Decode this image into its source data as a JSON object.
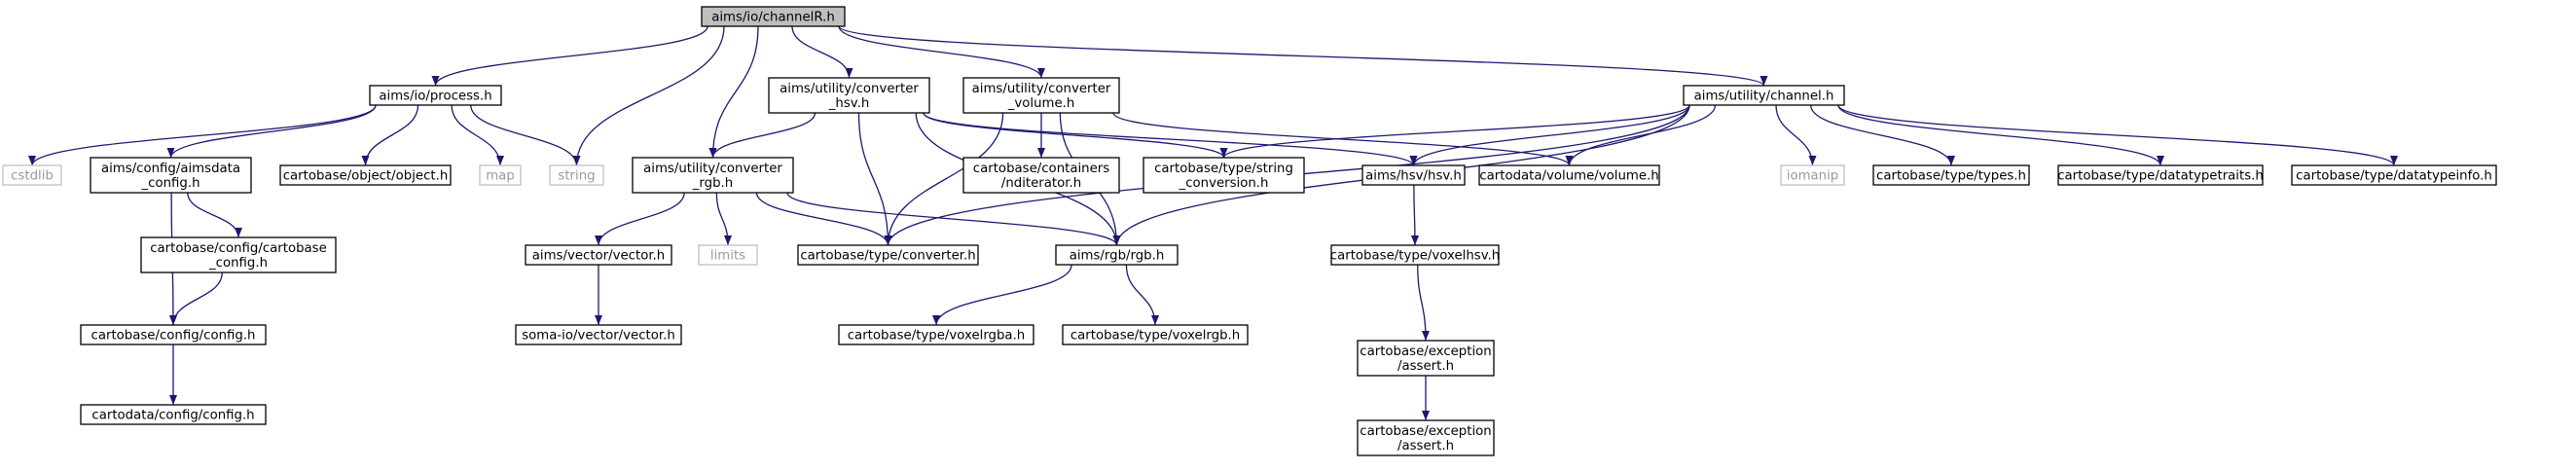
{
  "diagram": {
    "nodes": [
      {
        "id": "channelR",
        "lines": [
          "aims/io/channelR.h"
        ],
        "kind": "root"
      },
      {
        "id": "process",
        "lines": [
          "aims/io/process.h"
        ],
        "kind": "file"
      },
      {
        "id": "conv_hsv",
        "lines": [
          "aims/utility/converter",
          "_hsv.h"
        ],
        "kind": "file"
      },
      {
        "id": "conv_vol",
        "lines": [
          "aims/utility/converter",
          "_volume.h"
        ],
        "kind": "file"
      },
      {
        "id": "channel",
        "lines": [
          "aims/utility/channel.h"
        ],
        "kind": "file"
      },
      {
        "id": "cstdlib",
        "lines": [
          "cstdlib"
        ],
        "kind": "std"
      },
      {
        "id": "aimsdata_cfg",
        "lines": [
          "aims/config/aimsdata",
          "_config.h"
        ],
        "kind": "file"
      },
      {
        "id": "object",
        "lines": [
          "cartobase/object/object.h"
        ],
        "kind": "file"
      },
      {
        "id": "map",
        "lines": [
          "map"
        ],
        "kind": "std"
      },
      {
        "id": "string",
        "lines": [
          "string"
        ],
        "kind": "std"
      },
      {
        "id": "conv_rgb",
        "lines": [
          "aims/utility/converter",
          "_rgb.h"
        ],
        "kind": "file"
      },
      {
        "id": "nditer",
        "lines": [
          "cartobase/containers",
          "/nditerator.h"
        ],
        "kind": "file"
      },
      {
        "id": "strconv",
        "lines": [
          "cartobase/type/string",
          "_conversion.h"
        ],
        "kind": "file"
      },
      {
        "id": "hsv",
        "lines": [
          "aims/hsv/hsv.h"
        ],
        "kind": "file"
      },
      {
        "id": "volume",
        "lines": [
          "cartodata/volume/volume.h"
        ],
        "kind": "file"
      },
      {
        "id": "iomanip",
        "lines": [
          "iomanip"
        ],
        "kind": "std"
      },
      {
        "id": "types",
        "lines": [
          "cartobase/type/types.h"
        ],
        "kind": "file"
      },
      {
        "id": "dtraits",
        "lines": [
          "cartobase/type/datatypetraits.h"
        ],
        "kind": "file"
      },
      {
        "id": "dtinfo",
        "lines": [
          "cartobase/type/datatypeinfo.h"
        ],
        "kind": "file"
      },
      {
        "id": "cb_cfg",
        "lines": [
          "cartobase/config/cartobase",
          "_config.h"
        ],
        "kind": "file"
      },
      {
        "id": "vector",
        "lines": [
          "aims/vector/vector.h"
        ],
        "kind": "file"
      },
      {
        "id": "limits",
        "lines": [
          "limits"
        ],
        "kind": "std"
      },
      {
        "id": "converter",
        "lines": [
          "cartobase/type/converter.h"
        ],
        "kind": "file"
      },
      {
        "id": "rgb",
        "lines": [
          "aims/rgb/rgb.h"
        ],
        "kind": "file"
      },
      {
        "id": "voxelhsv",
        "lines": [
          "cartobase/type/voxelhsv.h"
        ],
        "kind": "file"
      },
      {
        "id": "cfg",
        "lines": [
          "cartobase/config/config.h"
        ],
        "kind": "file"
      },
      {
        "id": "soma_vec",
        "lines": [
          "soma-io/vector/vector.h"
        ],
        "kind": "file"
      },
      {
        "id": "voxelrgba",
        "lines": [
          "cartobase/type/voxelrgba.h"
        ],
        "kind": "file"
      },
      {
        "id": "voxelrgb",
        "lines": [
          "cartobase/type/voxelrgb.h"
        ],
        "kind": "file"
      },
      {
        "id": "assert1",
        "lines": [
          "cartobase/exception",
          "/assert.h"
        ],
        "kind": "file"
      },
      {
        "id": "cd_cfg",
        "lines": [
          "cartodata/config/config.h"
        ],
        "kind": "file"
      },
      {
        "id": "assert2",
        "lines": [
          "cartobase/exception",
          "/assert.h"
        ],
        "kind": "file"
      }
    ],
    "edges": [
      [
        "channelR",
        "process"
      ],
      [
        "channelR",
        "string"
      ],
      [
        "channelR",
        "conv_rgb"
      ],
      [
        "channelR",
        "conv_hsv"
      ],
      [
        "channelR",
        "conv_vol"
      ],
      [
        "channelR",
        "channel"
      ],
      [
        "process",
        "cstdlib"
      ],
      [
        "process",
        "aimsdata_cfg"
      ],
      [
        "process",
        "object"
      ],
      [
        "process",
        "map"
      ],
      [
        "process",
        "string"
      ],
      [
        "aimsdata_cfg",
        "cb_cfg"
      ],
      [
        "aimsdata_cfg",
        "cfg"
      ],
      [
        "cb_cfg",
        "cfg"
      ],
      [
        "cfg",
        "cd_cfg"
      ],
      [
        "conv_hsv",
        "conv_rgb"
      ],
      [
        "conv_hsv",
        "converter"
      ],
      [
        "conv_hsv",
        "strconv"
      ],
      [
        "conv_hsv",
        "rgb"
      ],
      [
        "conv_hsv",
        "hsv"
      ],
      [
        "conv_vol",
        "converter"
      ],
      [
        "conv_vol",
        "nditer"
      ],
      [
        "conv_vol",
        "volume"
      ],
      [
        "conv_vol",
        "rgb"
      ],
      [
        "conv_rgb",
        "vector"
      ],
      [
        "conv_rgb",
        "limits"
      ],
      [
        "conv_rgb",
        "converter"
      ],
      [
        "conv_rgb",
        "rgb"
      ],
      [
        "vector",
        "soma_vec"
      ],
      [
        "rgb",
        "voxelrgba"
      ],
      [
        "rgb",
        "voxelrgb"
      ],
      [
        "channel",
        "strconv"
      ],
      [
        "channel",
        "hsv"
      ],
      [
        "channel",
        "volume"
      ],
      [
        "channel",
        "iomanip"
      ],
      [
        "channel",
        "types"
      ],
      [
        "channel",
        "dtraits"
      ],
      [
        "channel",
        "dtinfo"
      ],
      [
        "channel",
        "converter"
      ],
      [
        "channel",
        "rgb"
      ],
      [
        "hsv",
        "voxelhsv"
      ],
      [
        "voxelhsv",
        "assert1"
      ],
      [
        "assert1",
        "assert2"
      ]
    ]
  }
}
